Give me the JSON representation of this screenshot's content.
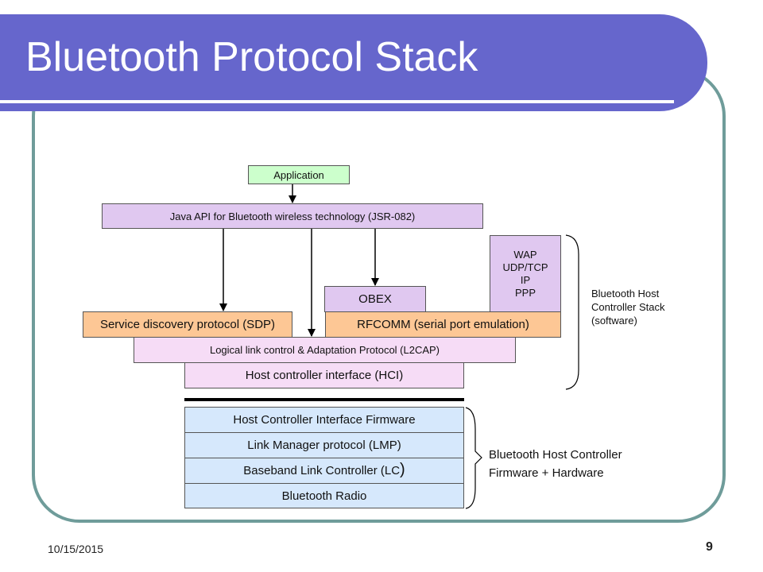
{
  "title": "Bluetooth Protocol Stack",
  "diagram": {
    "application": "Application",
    "java_api": "Java API for Bluetooth wireless technology (JSR-082)",
    "wap_stack": [
      "WAP",
      "UDP/TCP",
      "IP",
      "PPP"
    ],
    "obex": "OBEX",
    "sdp": "Service discovery protocol (SDP)",
    "rfcomm": "RFCOMM (serial port emulation)",
    "l2cap": "Logical link control & Adaptation Protocol (L2CAP)",
    "hci": "Host controller interface (HCI)",
    "hci_firmware": "Host Controller Interface Firmware",
    "lmp": "Link Manager protocol (LMP)",
    "baseband": "Baseband Link Controller (LC",
    "baseband_paren": ")",
    "radio": "Bluetooth Radio",
    "host_stack_label": [
      "Bluetooth Host",
      "Controller Stack",
      "(software)"
    ],
    "controller_label": [
      "Bluetooth Host Controller",
      "Firmware + Hardware"
    ]
  },
  "footer": {
    "date": "10/15/2015",
    "page": "9"
  },
  "colors": {
    "title_bar": "#6666cc",
    "frame": "#6f9c9a",
    "application": "#ccffcc",
    "java_api": "#e0c8f0",
    "l2cap": "#f6dcf6",
    "rfcomm_sdp": "#fdc795",
    "firmware": "#d6e8fc"
  }
}
